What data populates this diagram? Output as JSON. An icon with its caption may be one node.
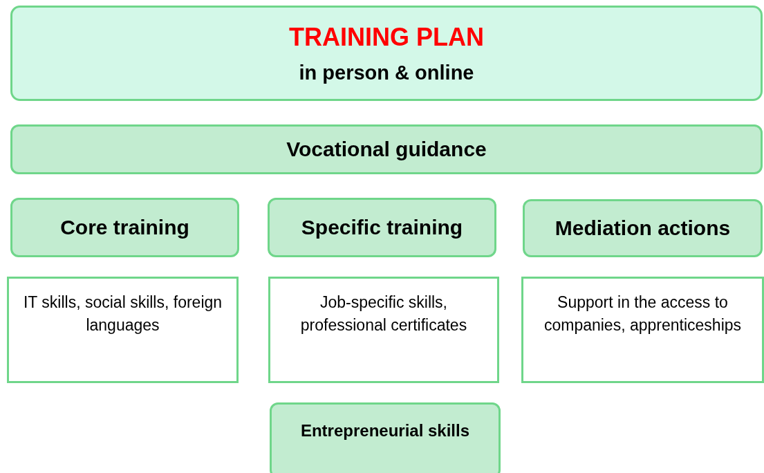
{
  "diagram": {
    "nodes": [
      {
        "text": [
          "TRAINING PLAN",
          "in person & online"
        ]
      },
      {
        "text": [
          "Vocational guidance"
        ]
      },
      {
        "text": [
          "Core training"
        ]
      },
      {
        "text": [
          "Specific training"
        ]
      },
      {
        "text": [
          "Mediation actions"
        ]
      },
      {
        "text": [
          "IT skills, social skills, foreign languages"
        ]
      },
      {
        "text": [
          "Job-specific skills, professional certificates"
        ]
      },
      {
        "text": [
          "Support in the access to companies, apprenticeships"
        ]
      },
      {
        "text": [
          "Entrepreneurial skills"
        ]
      }
    ]
  }
}
